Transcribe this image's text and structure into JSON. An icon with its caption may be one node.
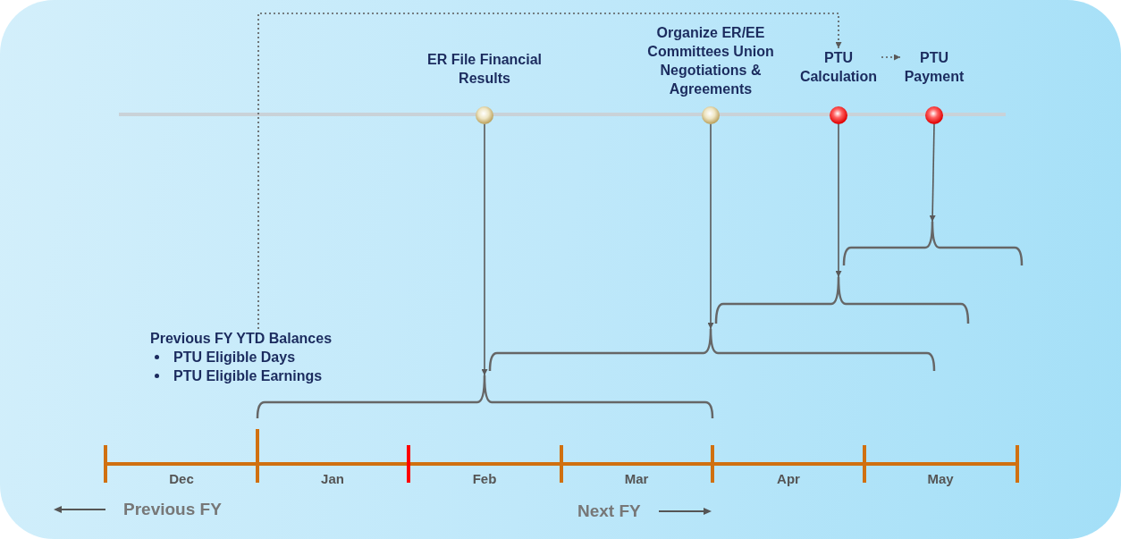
{
  "diagram": {
    "nodes": [
      {
        "text": [
          "Previous FY YTD Balances",
          "PTU Eligible Days",
          "PTU Eligible Earnings"
        ]
      },
      {
        "text": [
          "ER File Financial Results"
        ]
      },
      {
        "text": [
          "Organize ER/EE Committees Union Negotiations & Agreements"
        ]
      },
      {
        "text": [
          "PTU Calculation"
        ]
      },
      {
        "text": [
          "PTU Payment"
        ]
      },
      {
        "text": [],
        "shape": "bracket"
      },
      {
        "text": [],
        "shape": "bracket"
      },
      {
        "text": [],
        "shape": "bracket"
      },
      {
        "text": [],
        "shape": "bracket"
      }
    ],
    "edges": [
      {
        "from": 0,
        "to": 3,
        "arrow": "to",
        "style": "dashed"
      },
      {
        "from": 3,
        "to": 4,
        "arrow": "to",
        "style": "dashed"
      },
      {
        "from": 1,
        "to": 5,
        "arrow": "to"
      },
      {
        "from": 2,
        "to": 6,
        "arrow": "to"
      },
      {
        "from": 3,
        "to": 7,
        "arrow": "to"
      },
      {
        "from": 4,
        "to": 8,
        "arrow": "to"
      }
    ],
    "labels": [
      "Dec",
      "Jan",
      "Feb",
      "Mar",
      "Apr",
      "May",
      "Previous FY",
      "Next FY"
    ]
  }
}
